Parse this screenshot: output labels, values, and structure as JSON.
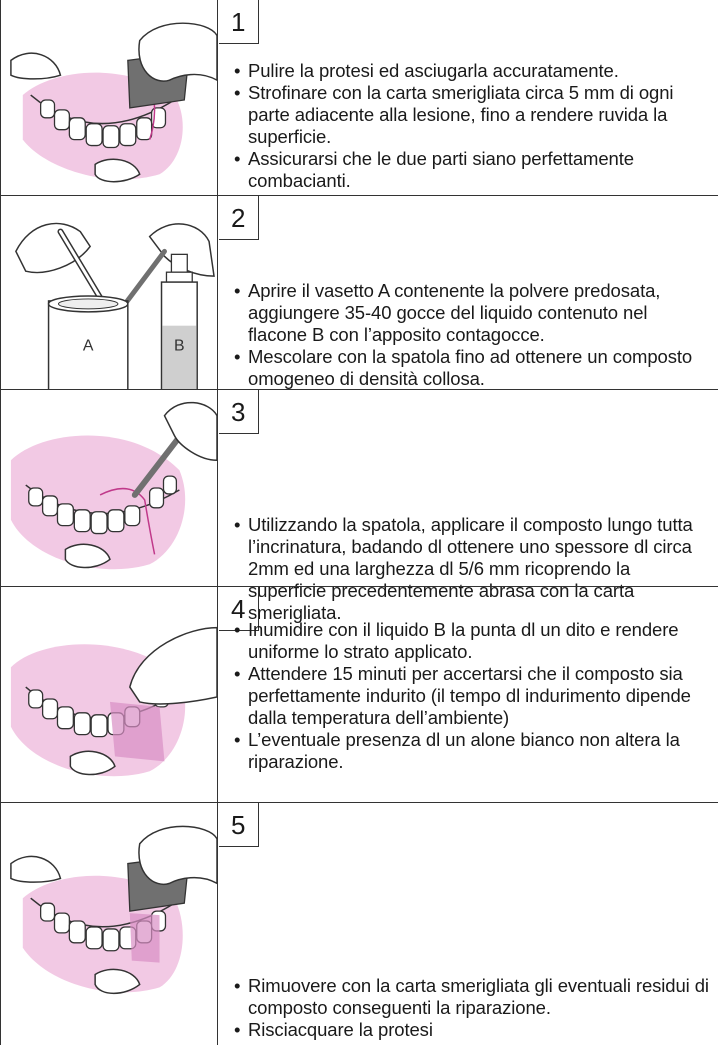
{
  "steps": [
    {
      "number": "1",
      "illustration": "denture-sandpaper",
      "bullets": [
        "Pulire la protesi ed asciugarla accuratamente.",
        "Strofinare con la carta smerigliata circa 5 mm di ogni parte adiacente alla lesione, fino a rendere ruvida la superficie.",
        "Assicurarsi che le due parti siano perfettamente combacianti."
      ]
    },
    {
      "number": "2",
      "illustration": "jar-and-bottle",
      "jar_label": "A",
      "bottle_label": "B",
      "bullets": [
        "Aprire il vasetto A contenente la polvere predosata, aggiungere 35-40 gocce del liquido contenuto nel flacone B con l’apposito contagocce.",
        "Mescolare con la spatola fino ad ottenere un composto omogeneo di densità collosa."
      ]
    },
    {
      "number": "3",
      "illustration": "denture-spatula",
      "bullets": [
        "Utilizzando la spatola, applicare il composto lungo tutta l’incrinatura, badando dl ottenere uno spessore dl circa 2mm ed una larghezza dl 5/6 mm ricoprendo la superficie precedentemente abrasa con la carta smerigliata."
      ]
    },
    {
      "number": "4",
      "illustration": "denture-finger",
      "bullets": [
        "Inumidire con il liquido B la punta dl un dito e rendere uniforme lo strato applicato.",
        "Attendere 15 minuti per accertarsi che il composto sia perfettamente indurito (il tempo dl indurimento dipende dalla temperatura dell’ambiente)",
        "L’eventuale presenza dl un alone bianco non altera la riparazione."
      ]
    },
    {
      "number": "5",
      "illustration": "denture-sandpaper",
      "bullets": [
        "Rimuovere con la carta smerigliata gli eventuali residui di composto conseguenti la riparazione.",
        "Risciacquare la protesi"
      ]
    }
  ],
  "colors": {
    "gum": "#f2c9e4",
    "gum_dark": "#d98fc4",
    "paper": "#707070",
    "line": "#333333"
  }
}
